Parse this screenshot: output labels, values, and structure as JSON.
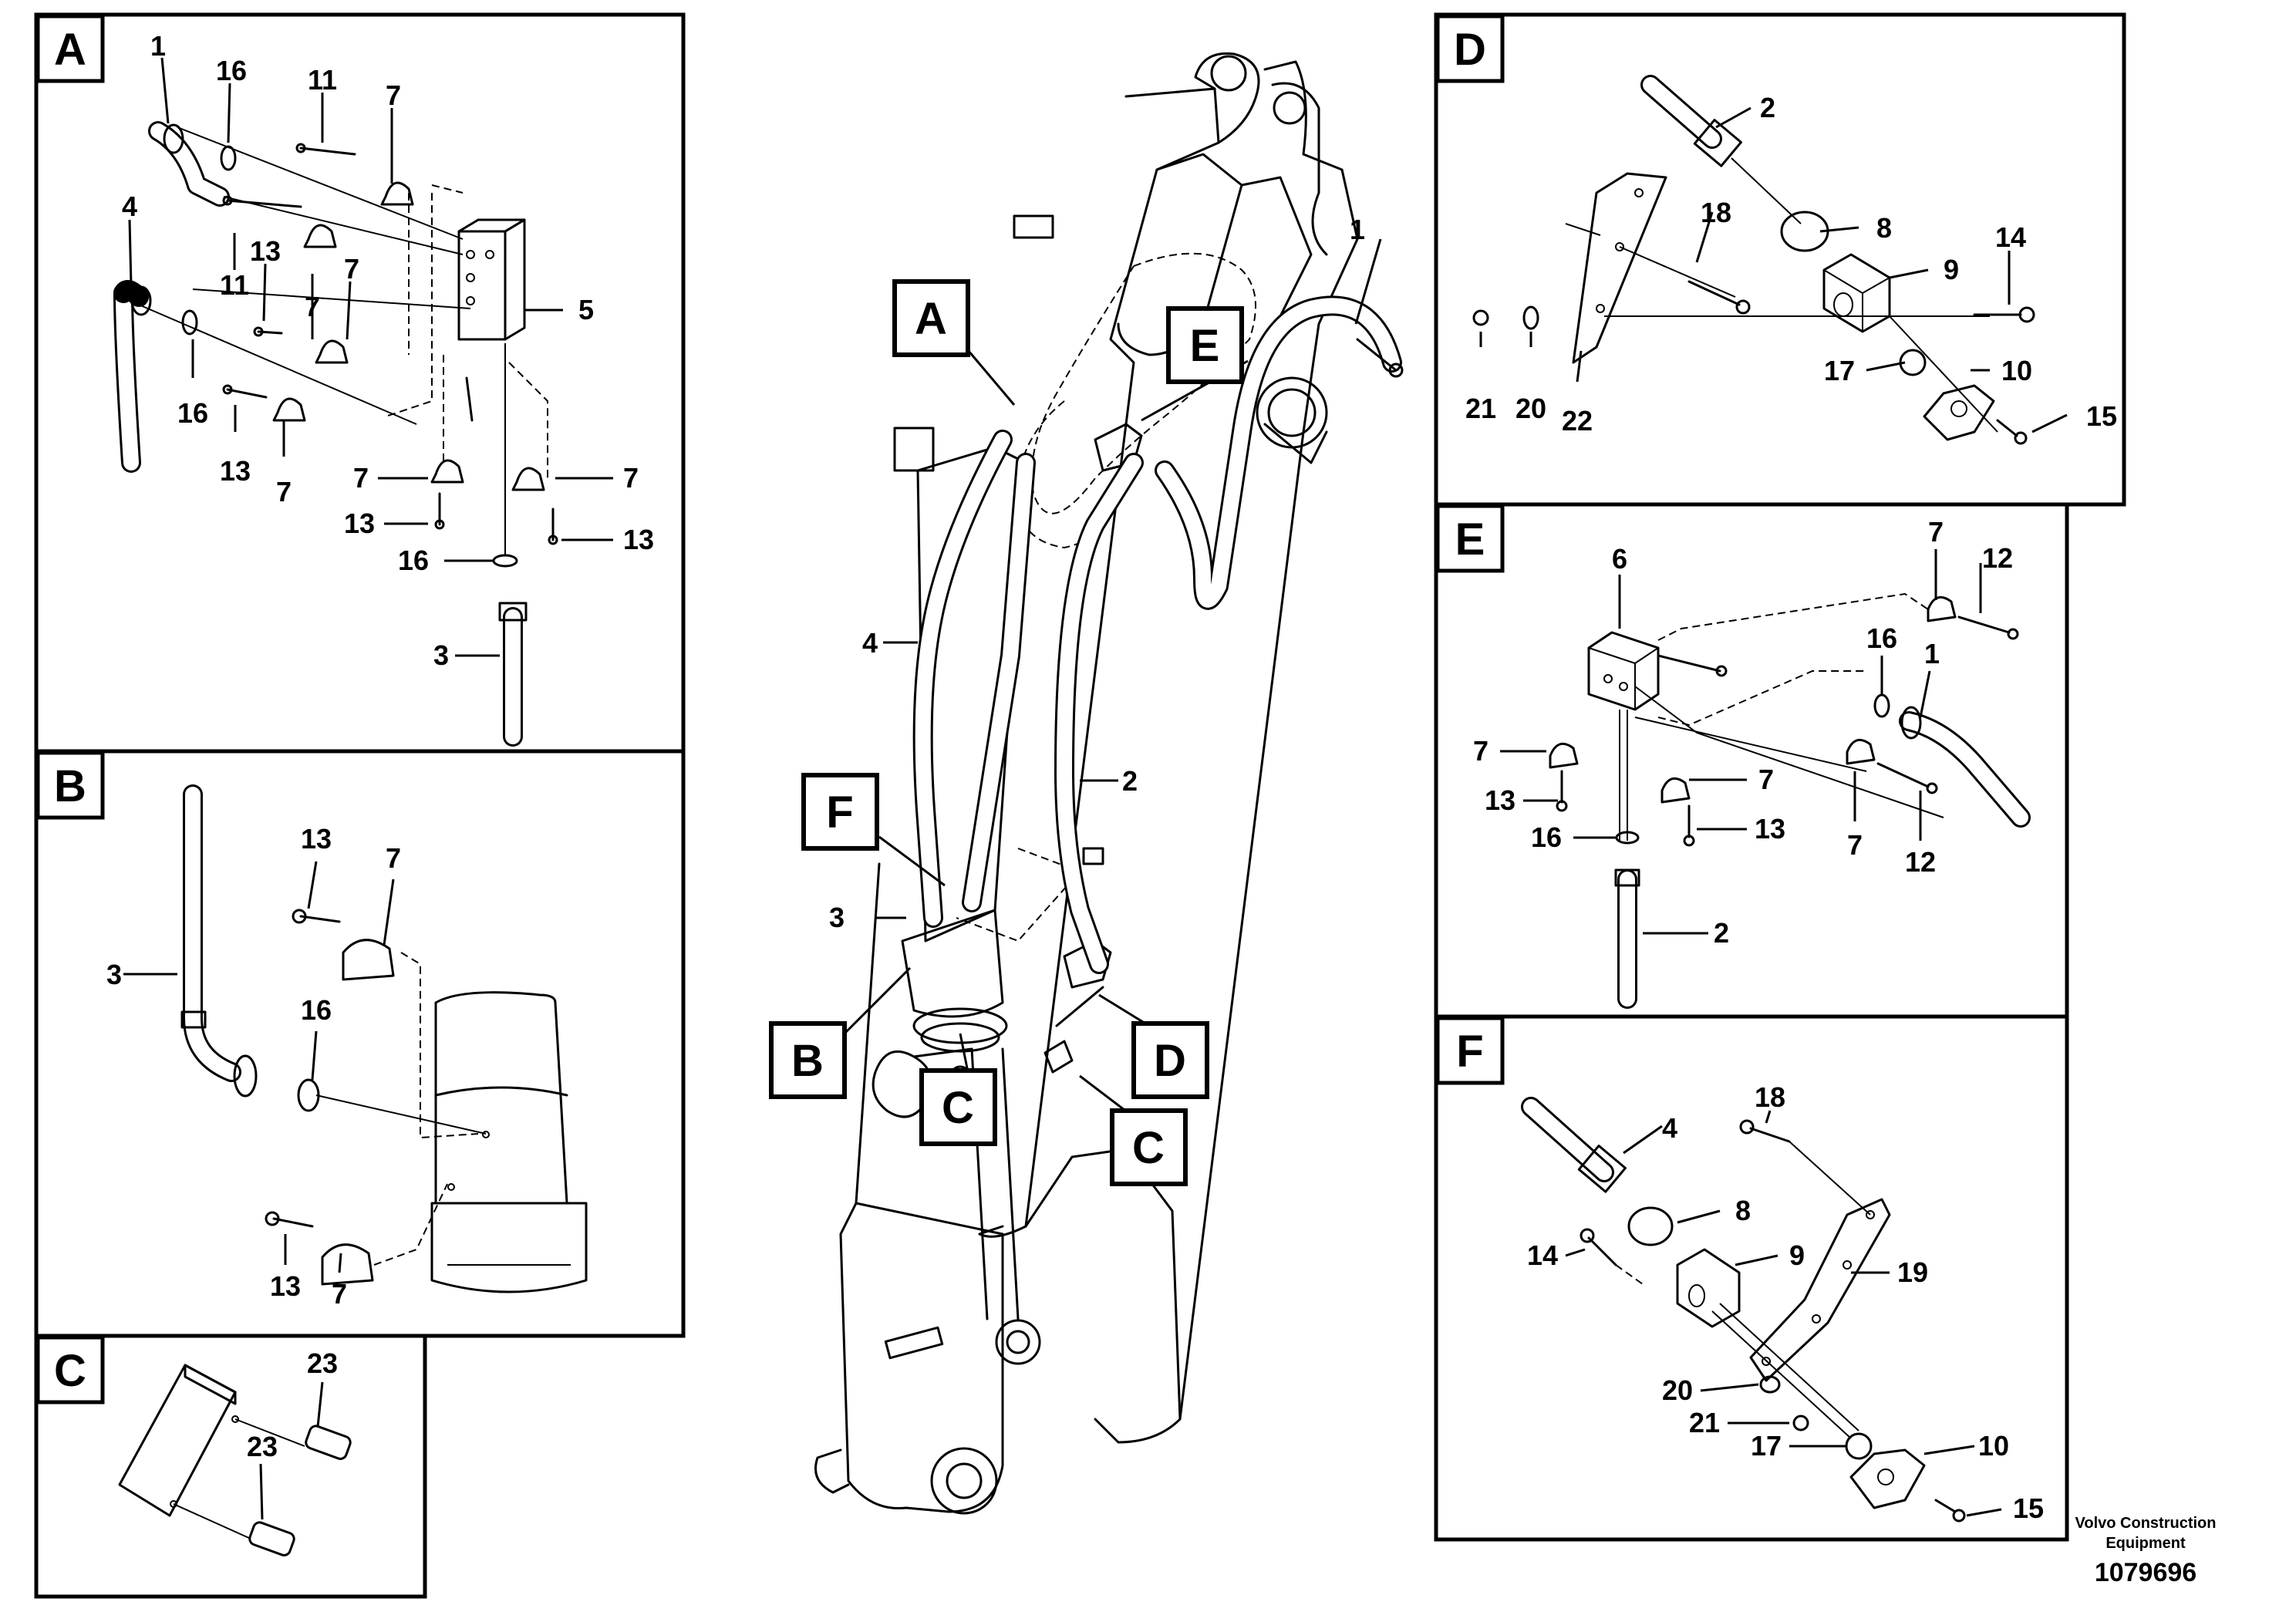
{
  "panels": {
    "A": {
      "letter": "A",
      "labels": [
        "1",
        "16",
        "11",
        "7",
        "4",
        "13",
        "11",
        "7",
        "7",
        "5",
        "16",
        "13",
        "7",
        "7",
        "7",
        "13",
        "16",
        "13",
        "3"
      ]
    },
    "B": {
      "letter": "B",
      "labels": [
        "13",
        "7",
        "3",
        "16",
        "13",
        "7"
      ]
    },
    "C": {
      "letter": "C",
      "labels": [
        "23",
        "23"
      ]
    },
    "D": {
      "letter": "D",
      "labels": [
        "2",
        "18",
        "8",
        "14",
        "9",
        "17",
        "10",
        "21",
        "20",
        "22",
        "15"
      ]
    },
    "E": {
      "letter": "E",
      "labels": [
        "6",
        "7",
        "12",
        "16",
        "1",
        "7",
        "7",
        "13",
        "13",
        "16",
        "7",
        "12",
        "2"
      ]
    },
    "F": {
      "letter": "F",
      "labels": [
        "18",
        "4",
        "8",
        "14",
        "9",
        "19",
        "20",
        "21",
        "17",
        "10",
        "15"
      ]
    }
  },
  "center": {
    "callouts": [
      "A",
      "E",
      "F",
      "B",
      "C",
      "C",
      "D"
    ],
    "labels": [
      "1",
      "4",
      "2",
      "3"
    ]
  },
  "footer": {
    "company": "Volvo Construction Equipment",
    "doc_number": "1079696"
  }
}
